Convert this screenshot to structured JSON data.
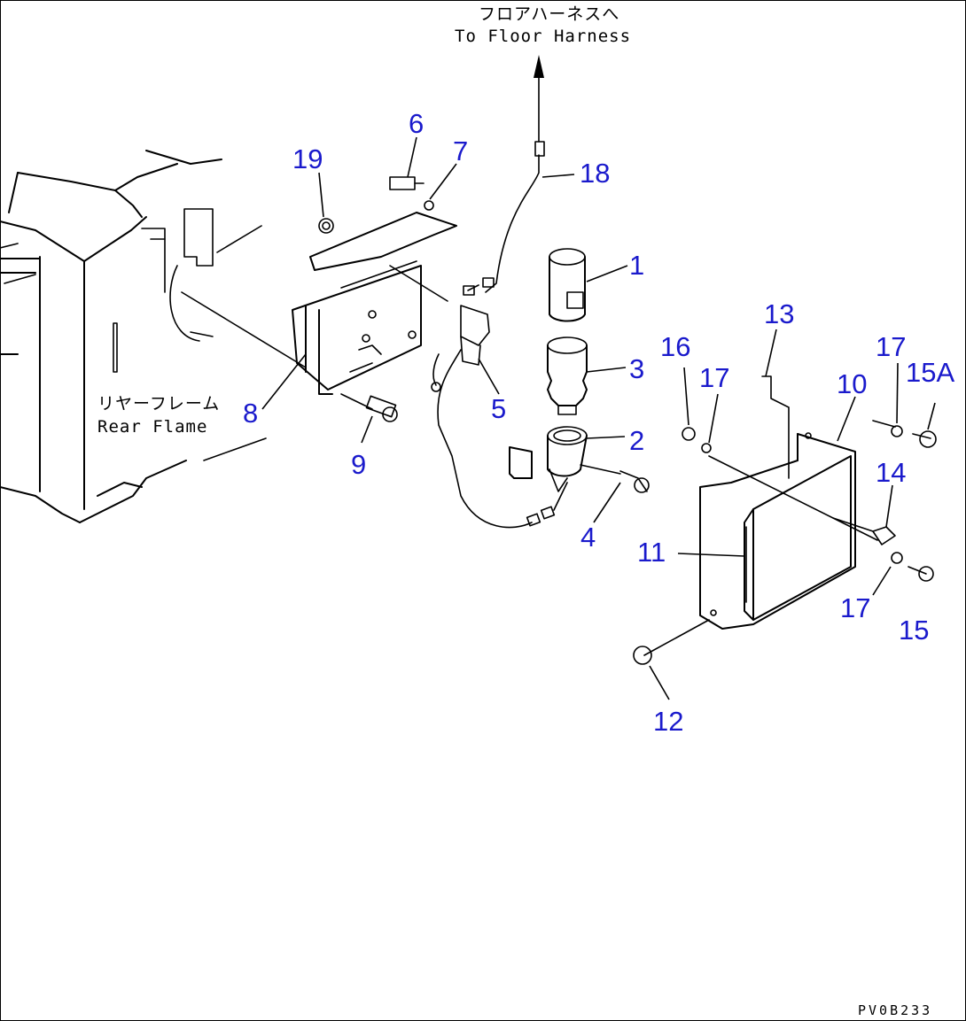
{
  "drawing": {
    "to_floor_harness_jp": "フロアハーネスへ",
    "to_floor_harness_en": "To Floor Harness",
    "rear_frame_jp": "リヤーフレーム",
    "rear_frame_en": "Rear Flame",
    "drawing_code": "PV0B233"
  },
  "callouts": {
    "c1": "1",
    "c2": "2",
    "c3": "3",
    "c4": "4",
    "c5": "5",
    "c6": "6",
    "c7": "7",
    "c8": "8",
    "c9": "9",
    "c10": "10",
    "c11": "11",
    "c12": "12",
    "c13": "13",
    "c14": "14",
    "c15": "15",
    "c15a": "15A",
    "c16": "16",
    "c17a": "17",
    "c17b": "17",
    "c17c": "17",
    "c18": "18",
    "c19": "19"
  },
  "colors": {
    "callout": "#1a1acc",
    "line": "#000000",
    "background": "#ffffff"
  }
}
